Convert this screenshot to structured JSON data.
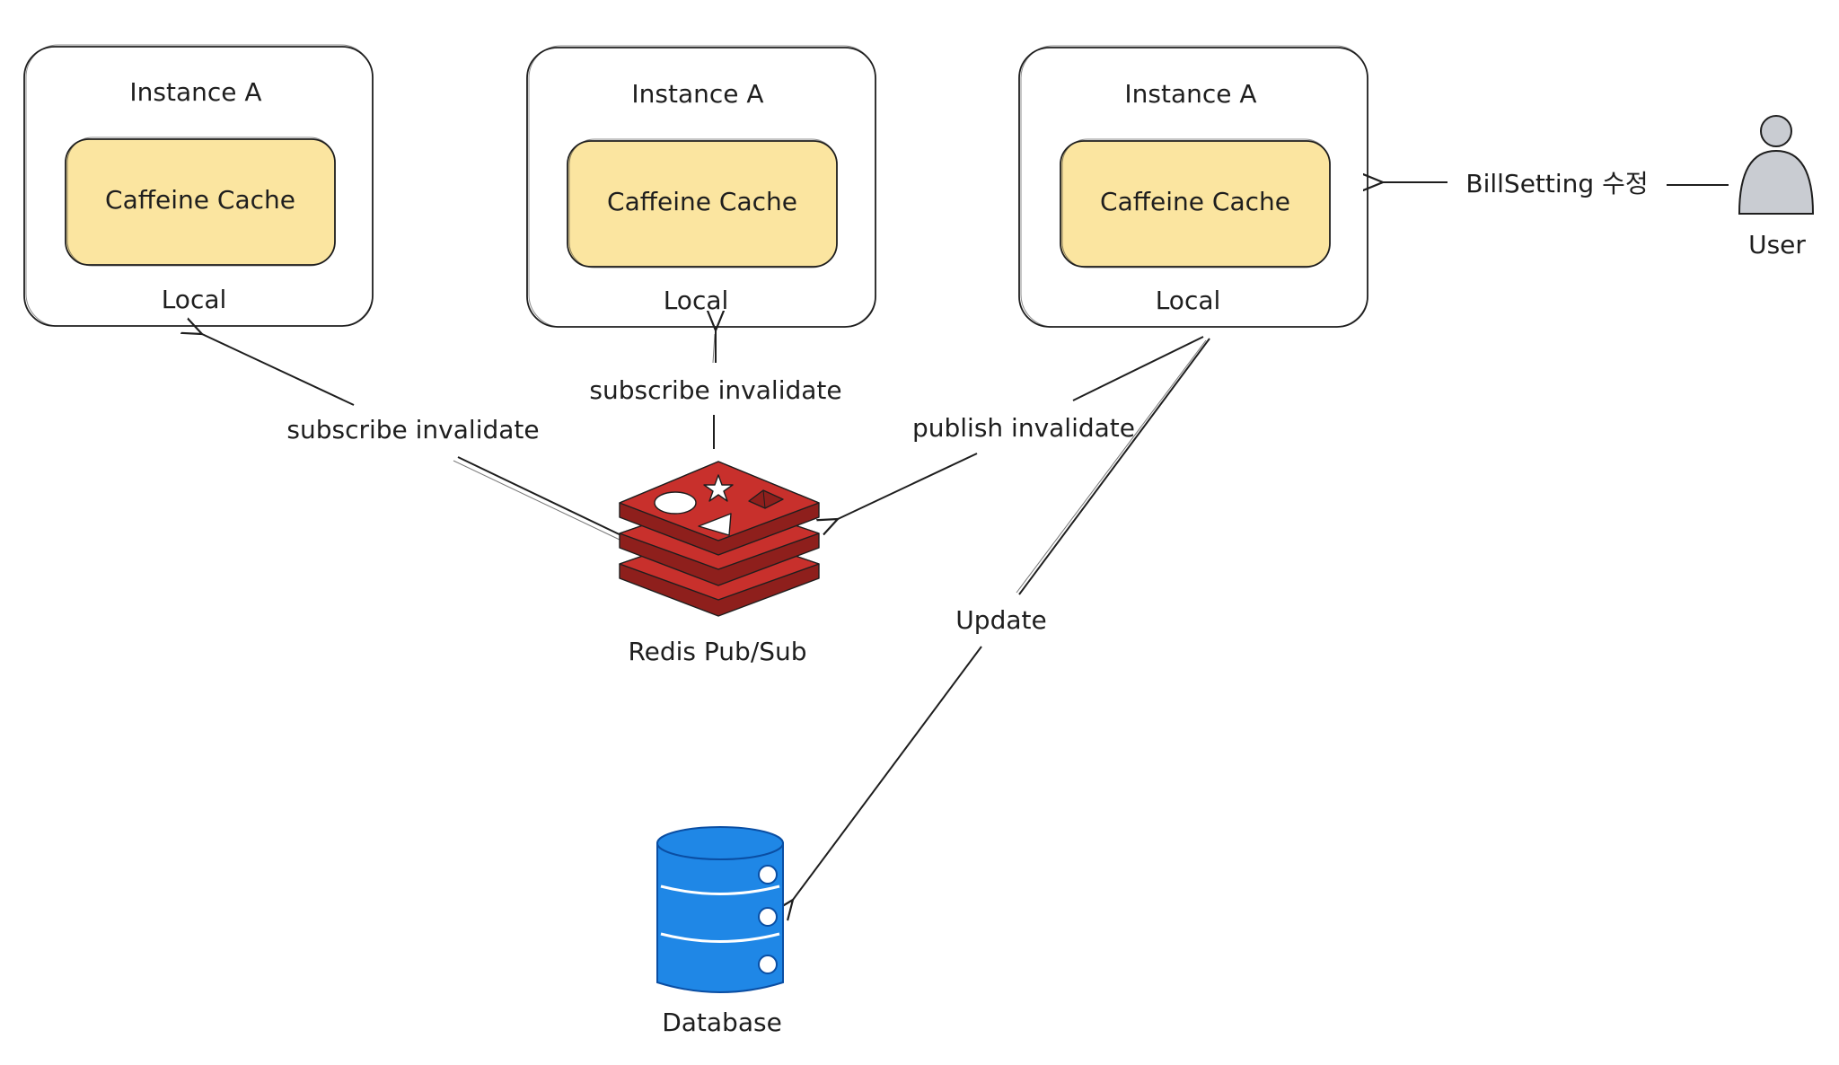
{
  "instances": [
    {
      "title": "Instance A",
      "cache": "Caffeine Cache",
      "scope": "Local"
    },
    {
      "title": "Instance A",
      "cache": "Caffeine Cache",
      "scope": "Local"
    },
    {
      "title": "Instance A",
      "cache": "Caffeine Cache",
      "scope": "Local"
    }
  ],
  "edges": {
    "subscribe_left": "subscribe invalidate",
    "subscribe_middle": "subscribe invalidate",
    "publish": "publish invalidate",
    "update": "Update",
    "user_action": "BillSetting 수정"
  },
  "nodes": {
    "redis": "Redis Pub/Sub",
    "database": "Database",
    "user": "User"
  },
  "colors": {
    "cache_fill": "#fbe5a0",
    "redis_red": "#c8302c",
    "redis_dark": "#8e1f1c",
    "db_blue": "#1f87e6",
    "db_dark": "#0a4ea3",
    "user_fill": "#c9ccd2",
    "stroke": "#1e1e1e"
  }
}
